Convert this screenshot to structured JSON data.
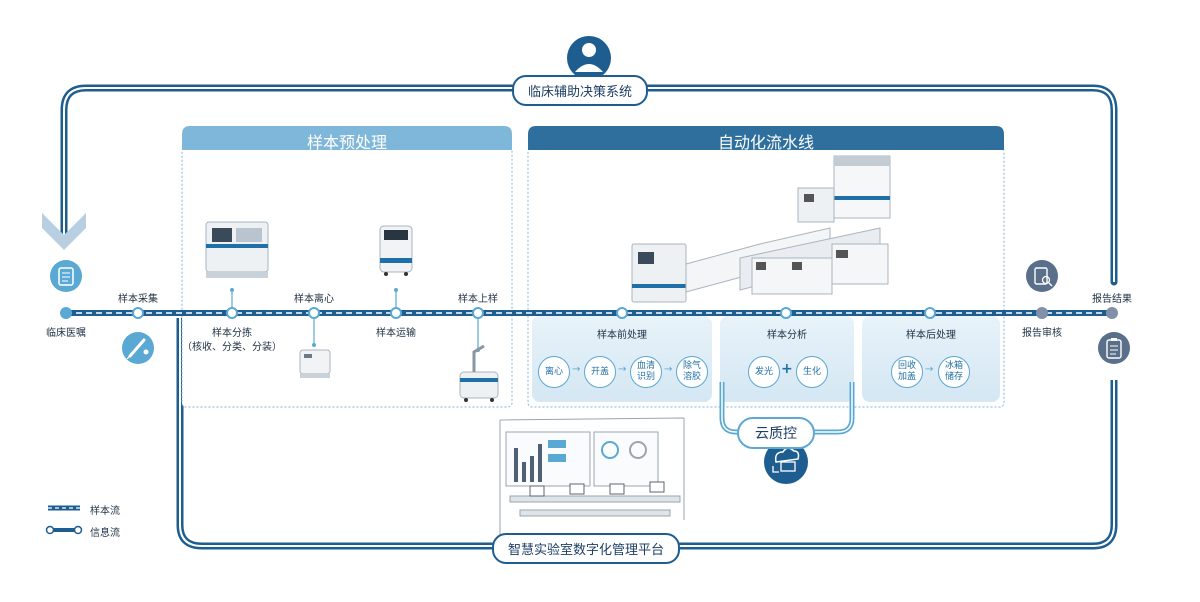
{
  "top_pill": "临床辅助决策系统",
  "bottom_pill": "智慧实验室数字化管理平台",
  "cloud_pill": "云质控",
  "panels": {
    "preprocess": "样本预处理",
    "automation": "自动化流水线"
  },
  "flow_labels": {
    "order": "临床医嘱",
    "collect": "样本采集",
    "sorting_line1": "样本分拣",
    "sorting_line2": "（核收、分类、分装）",
    "centrifuge": "样本离心",
    "transport": "样本运输",
    "loading": "样本上样",
    "review": "报告审核",
    "result": "报告结果"
  },
  "sub_sections": {
    "pre": "样本前处理",
    "analysis": "样本分析",
    "post": "样本后处理"
  },
  "pre_steps": [
    "离心",
    "开盖",
    "血清\n识别",
    "除气\n溶胶"
  ],
  "analysis_steps": [
    "发光",
    "生化"
  ],
  "post_steps": [
    "回收\n加盖",
    "冰箱\n储存"
  ],
  "legend": {
    "sample_flow": "样本流",
    "info_flow": "信息流"
  },
  "colors": {
    "dark_blue": "#1d5d8f",
    "light_blue": "#5aa8d4",
    "panel_blue": "#2f6f9e",
    "panel_light": "#7fb7da"
  },
  "icons": [
    "doctor-icon",
    "order-form-icon",
    "blood-collection-icon",
    "report-search-icon",
    "report-clipboard-icon",
    "cloud-sync-icon"
  ]
}
